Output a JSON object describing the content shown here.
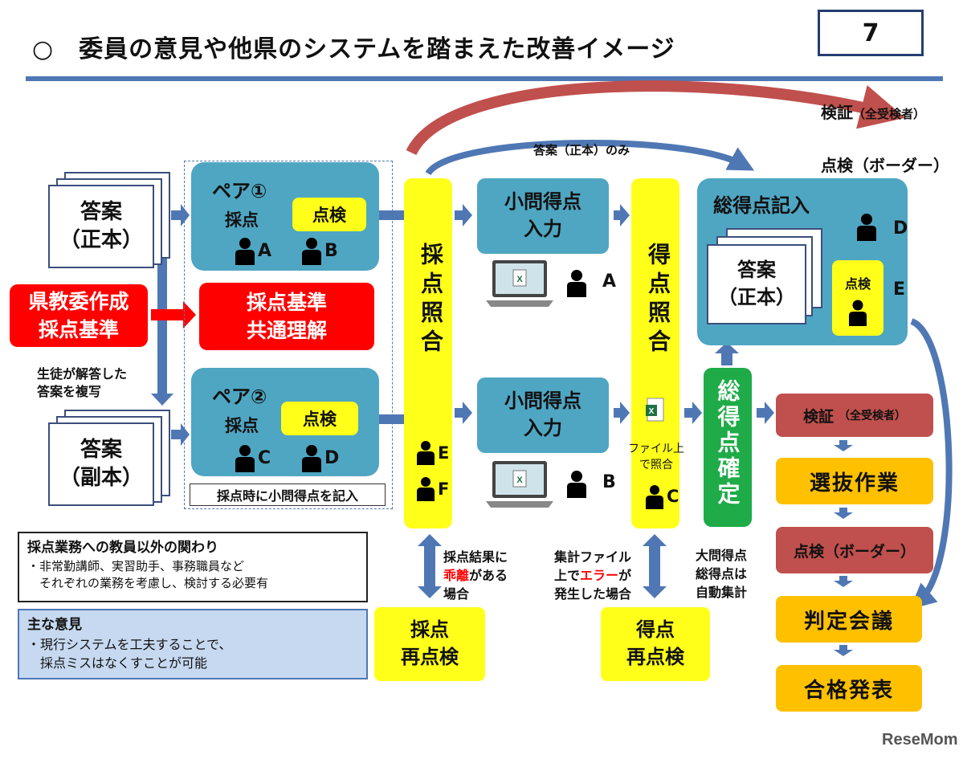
{
  "header": {
    "title": "○　委員の意見や他県のシステムを踏まえた改善イメージ",
    "page_number": "7"
  },
  "answers_main": {
    "line1": "答案",
    "line2": "（正本）"
  },
  "answers_copy": {
    "line1": "答案",
    "line2": "（副本）"
  },
  "pair1": {
    "title": "ペア①",
    "grade": "採点",
    "check": "点検",
    "p1": "A",
    "p2": "B"
  },
  "pair2": {
    "title": "ペア②",
    "grade": "採点",
    "check": "点検",
    "p1": "C",
    "p2": "D"
  },
  "dashed_note": "採点時に小問得点を記入",
  "kenkyoi": {
    "line1": "県教委作成",
    "line2": "採点基準"
  },
  "criteria": {
    "line1": "採点基準",
    "line2": "共通理解"
  },
  "copy_note": {
    "line1": "生徒が解答した",
    "line2": "答案を複写"
  },
  "saiten_shogo": "採点照合",
  "saiten_shogo_persons": {
    "p1": "E",
    "p2": "F"
  },
  "small_input_1": {
    "line1": "小問得点",
    "line2": "入力",
    "person": "A"
  },
  "small_input_2": {
    "line1": "小問得点",
    "line2": "入力",
    "person": "B"
  },
  "tokuten_shogo": "得点照合",
  "file_note": {
    "line1": "ファイル上",
    "line2": "で照合",
    "person": "C"
  },
  "total_entry": {
    "title": "総得点記入",
    "person_d": "D",
    "doc_line1": "答案",
    "doc_line2": "（正本）",
    "check": "点検",
    "person_e": "E"
  },
  "top_arrows": {
    "verify": "検証",
    "verify_sub": "（全受検者）",
    "border": "点検（ボーダー）",
    "seihon_only": "答案（正本）のみ"
  },
  "kakutei": "総得点確定",
  "auto_note": {
    "line1": "大問得点",
    "line2": "総得点は",
    "line3": "自動集計"
  },
  "right_flow": {
    "verify": "検証",
    "verify_sub": "（全受検者）",
    "senbatsu": "選抜作業",
    "border_check": "点検（ボーダー）",
    "hantei": "判定会議",
    "goukaku": "合格発表"
  },
  "recheck1": {
    "cond_line1": "採点結果に",
    "cond_line2_red": "乖離",
    "cond_line2_rest": "がある",
    "cond_line3": "場合",
    "box_line1": "採点",
    "box_line2": "再点検"
  },
  "recheck2": {
    "cond_line1": "集計ファイル",
    "cond_line2_pre": "上で",
    "cond_line2_red": "エラー",
    "cond_line2_post": "が",
    "cond_line3": "発生した場合",
    "box_line1": "得点",
    "box_line2": "再点検"
  },
  "nonteacher": {
    "title": "採点業務への教員以外の関わり",
    "line1": "・非常勤講師、実習助手、事務職員など",
    "line2": "　それぞれの業務を考慮し、検討する必要有"
  },
  "opinion": {
    "title": "主な意見",
    "line1": "・現行システムを工夫することで、",
    "line2": "　採点ミスはなくすことが可能"
  },
  "watermark": "ReseMom",
  "colors": {
    "teal": "#4fa6c2",
    "yellow": "#ffff1a",
    "red": "#ff0000",
    "darkred": "#c0504d",
    "orange": "#ffc000",
    "green": "#1eab48",
    "arrow_blue": "#4f77b4"
  }
}
